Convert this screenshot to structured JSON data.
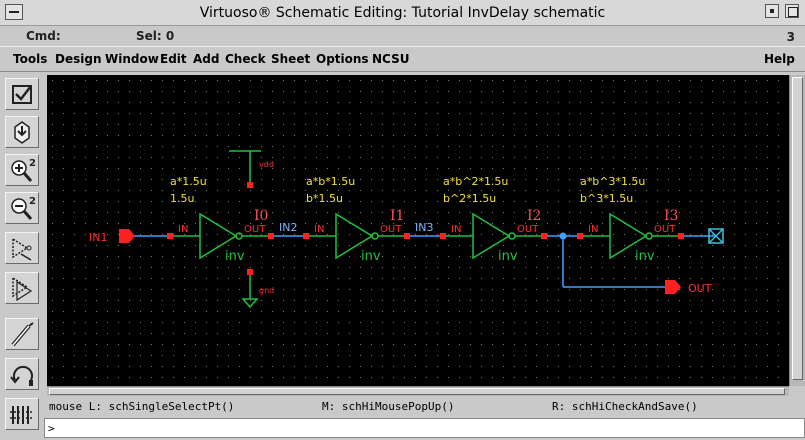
{
  "window": {
    "title": "Virtuoso® Schematic Editing: Tutorial InvDelay schematic"
  },
  "cmdbar": {
    "cmd": "Cmd:",
    "sel": "Sel: 0",
    "num": "3"
  },
  "menu": [
    "Tools",
    "Design",
    "Window",
    "Edit",
    "Add",
    "Check",
    "Sheet",
    "Options",
    "NCSU",
    "Help"
  ],
  "toolbar_icons": [
    "check-and-save-icon",
    "save-icon",
    "zoom-in-by-2-icon",
    "zoom-out-by-2-icon",
    "stretch-icon",
    "copy-icon",
    "wire-icon",
    "undo-icon",
    "property-icon"
  ],
  "schematic": {
    "pins": {
      "in": "IN1",
      "out": "OUT"
    },
    "supplies": {
      "vdd": "vdd",
      "gnd": "gnd"
    },
    "nets": [
      "IN2",
      "IN3"
    ],
    "pin_in": "IN",
    "pin_out": "OUT",
    "cell": "inv",
    "instances": [
      {
        "name": "I0",
        "wp": "a*1.5u",
        "wn": "1.5u"
      },
      {
        "name": "I1",
        "wp": "a*b*1.5u",
        "wn": "b*1.5u"
      },
      {
        "name": "I2",
        "wp": "a*b^2*1.5u",
        "wn": "b^2*1.5u"
      },
      {
        "name": "I3",
        "wp": "a*b^3*1.5u",
        "wn": "b^3*1.5u"
      }
    ],
    "colors": {
      "background": "#000000",
      "pin": "#ff2020",
      "wire": "#40a0ff",
      "device": "#20c040",
      "param": "#f0e030",
      "label": "#ff3030",
      "instance": "#ff5050",
      "net": "#7fb3ff"
    }
  },
  "status": {
    "left": "mouse L: schSingleSelectPt()",
    "mid": "M: schHiMousePopUp()",
    "right": "R: schHiCheckAndSave()"
  },
  "prompt": ">"
}
